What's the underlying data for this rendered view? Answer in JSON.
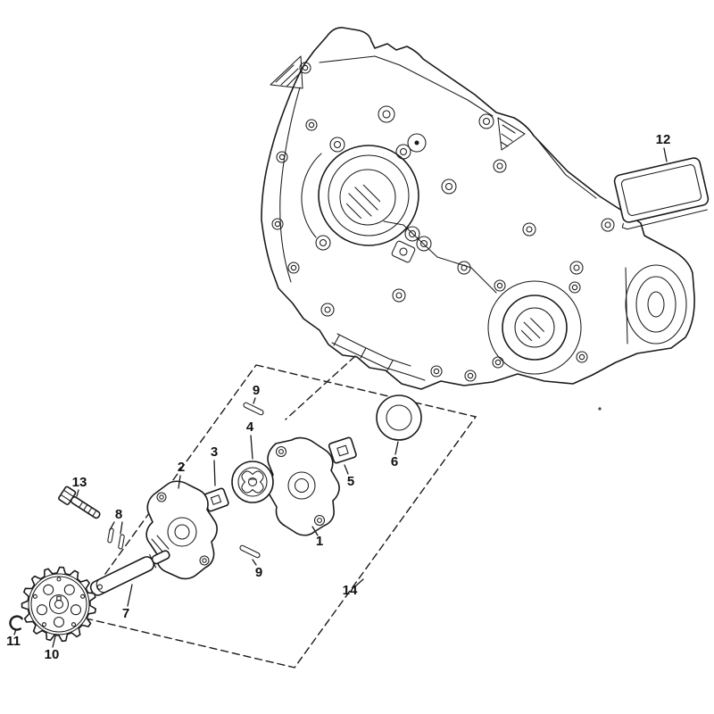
{
  "page": {
    "background": "#ffffff",
    "ink": "#1a1a1a"
  },
  "diagram": {
    "kind": "exploded-parts-diagram",
    "callouts": [
      {
        "label": "1"
      },
      {
        "label": "2"
      },
      {
        "label": "3"
      },
      {
        "label": "4"
      },
      {
        "label": "5"
      },
      {
        "label": "6"
      },
      {
        "label": "7"
      },
      {
        "label": "8"
      },
      {
        "label": "9"
      },
      {
        "label": "9"
      },
      {
        "label": "10"
      },
      {
        "label": "11"
      },
      {
        "label": "12"
      },
      {
        "label": "13"
      },
      {
        "label": "14"
      }
    ]
  }
}
